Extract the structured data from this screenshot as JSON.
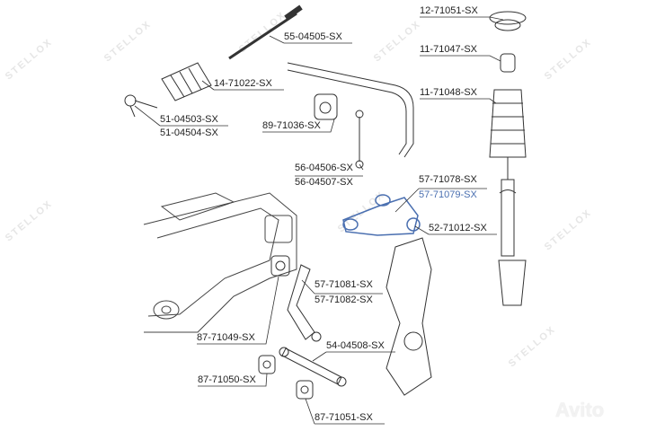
{
  "watermark": {
    "brand": "STELLOX",
    "marketplace": "Avito"
  },
  "colors": {
    "line": "#333333",
    "highlight": "#4a6fb0"
  },
  "labels": {
    "l1": "12-71051-SX",
    "l2": "55-04505-SX",
    "l3": "11-71047-SX",
    "l4": "14-71022-SX",
    "l5": "11-71048-SX",
    "l6": "51-04503-SX",
    "l7": "51-04504-SX",
    "l8": "89-71036-SX",
    "l9": "56-04506-SX",
    "l10": "56-04507-SX",
    "l11": "57-71078-SX",
    "l12": "57-71079-SX",
    "l13": "52-71012-SX",
    "l14": "57-71081-SX",
    "l15": "57-71082-SX",
    "l16": "87-71049-SX",
    "l17": "54-04508-SX",
    "l18": "87-71050-SX",
    "l19": "87-71051-SX"
  }
}
